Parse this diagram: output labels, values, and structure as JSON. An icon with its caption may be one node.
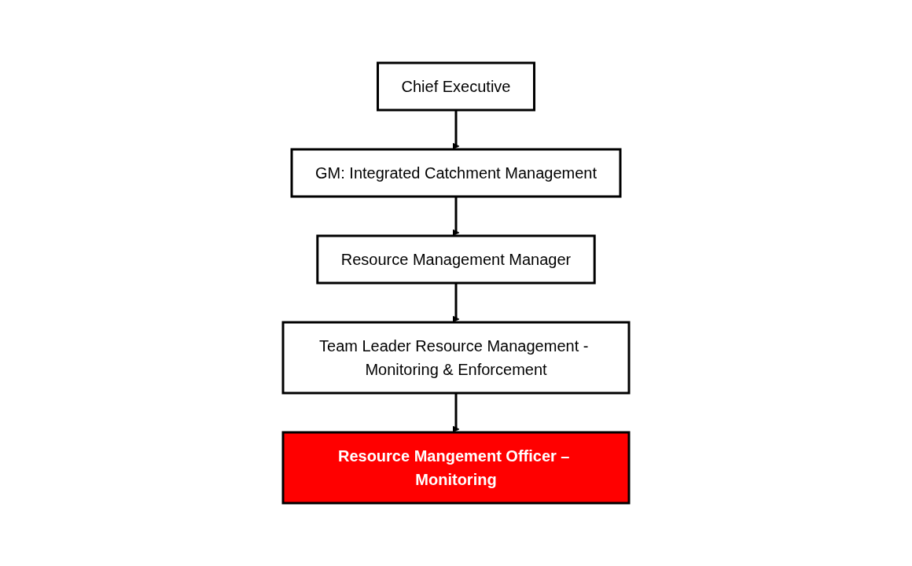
{
  "diagram": {
    "nodes": [
      {
        "text": [
          "Chief Executive"
        ]
      },
      {
        "text": [
          "GM: Integrated Catchment Management"
        ]
      },
      {
        "text": [
          "Resource Management Manager"
        ]
      },
      {
        "text": [
          "Team Leader Resource Management - Monitoring & Enforcement"
        ]
      },
      {
        "text": [
          "Resource Mangement Officer – Monitoring"
        ]
      }
    ],
    "edges": [
      {
        "from": 0,
        "to": 1,
        "arrow": "to"
      },
      {
        "from": 1,
        "to": 2,
        "arrow": "to"
      },
      {
        "from": 2,
        "to": 3,
        "arrow": "to"
      },
      {
        "from": 3,
        "to": 4,
        "arrow": "to"
      }
    ]
  }
}
